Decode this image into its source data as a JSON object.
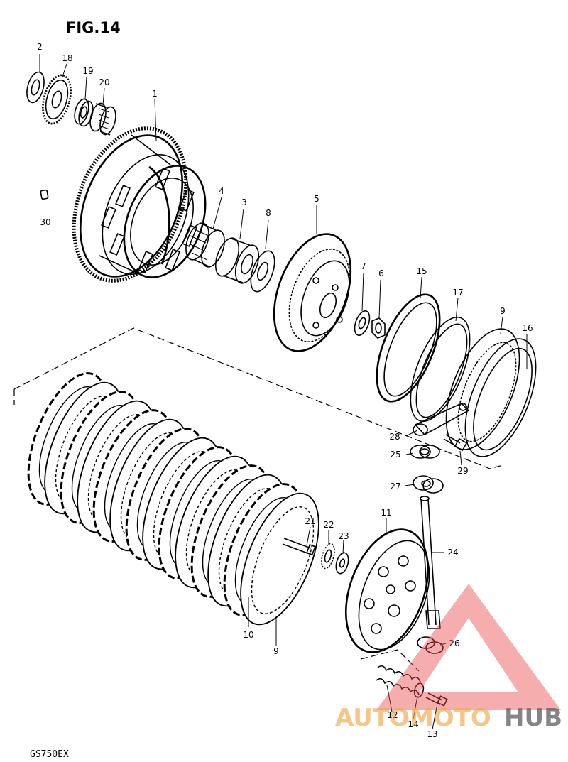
{
  "figure": {
    "title": "FIG.14",
    "model": "GS750EX"
  },
  "callouts": [
    {
      "id": "2",
      "text": "2"
    },
    {
      "id": "18",
      "text": "18"
    },
    {
      "id": "19",
      "text": "19"
    },
    {
      "id": "20",
      "text": "20"
    },
    {
      "id": "1",
      "text": "1"
    },
    {
      "id": "30",
      "text": "30"
    },
    {
      "id": "4",
      "text": "4"
    },
    {
      "id": "3",
      "text": "3"
    },
    {
      "id": "8",
      "text": "8"
    },
    {
      "id": "5",
      "text": "5"
    },
    {
      "id": "7",
      "text": "7"
    },
    {
      "id": "6",
      "text": "6"
    },
    {
      "id": "15",
      "text": "15"
    },
    {
      "id": "17",
      "text": "17"
    },
    {
      "id": "9a",
      "text": "9"
    },
    {
      "id": "16",
      "text": "16"
    },
    {
      "id": "28",
      "text": "28"
    },
    {
      "id": "25",
      "text": "25"
    },
    {
      "id": "29",
      "text": "29"
    },
    {
      "id": "27",
      "text": "27"
    },
    {
      "id": "11",
      "text": "11"
    },
    {
      "id": "21",
      "text": "21"
    },
    {
      "id": "22",
      "text": "22"
    },
    {
      "id": "23",
      "text": "23"
    },
    {
      "id": "24",
      "text": "24"
    },
    {
      "id": "10",
      "text": "10"
    },
    {
      "id": "9b",
      "text": "9"
    },
    {
      "id": "26",
      "text": "26"
    },
    {
      "id": "12",
      "text": "12"
    },
    {
      "id": "14",
      "text": "14"
    },
    {
      "id": "13",
      "text": "13"
    }
  ],
  "watermark": {
    "part1": "AUTOMOTO",
    "part2": "HUB",
    "colors": {
      "triangle": "#e84a4a",
      "auto": "#f2a84a",
      "hub": "#444444"
    }
  }
}
